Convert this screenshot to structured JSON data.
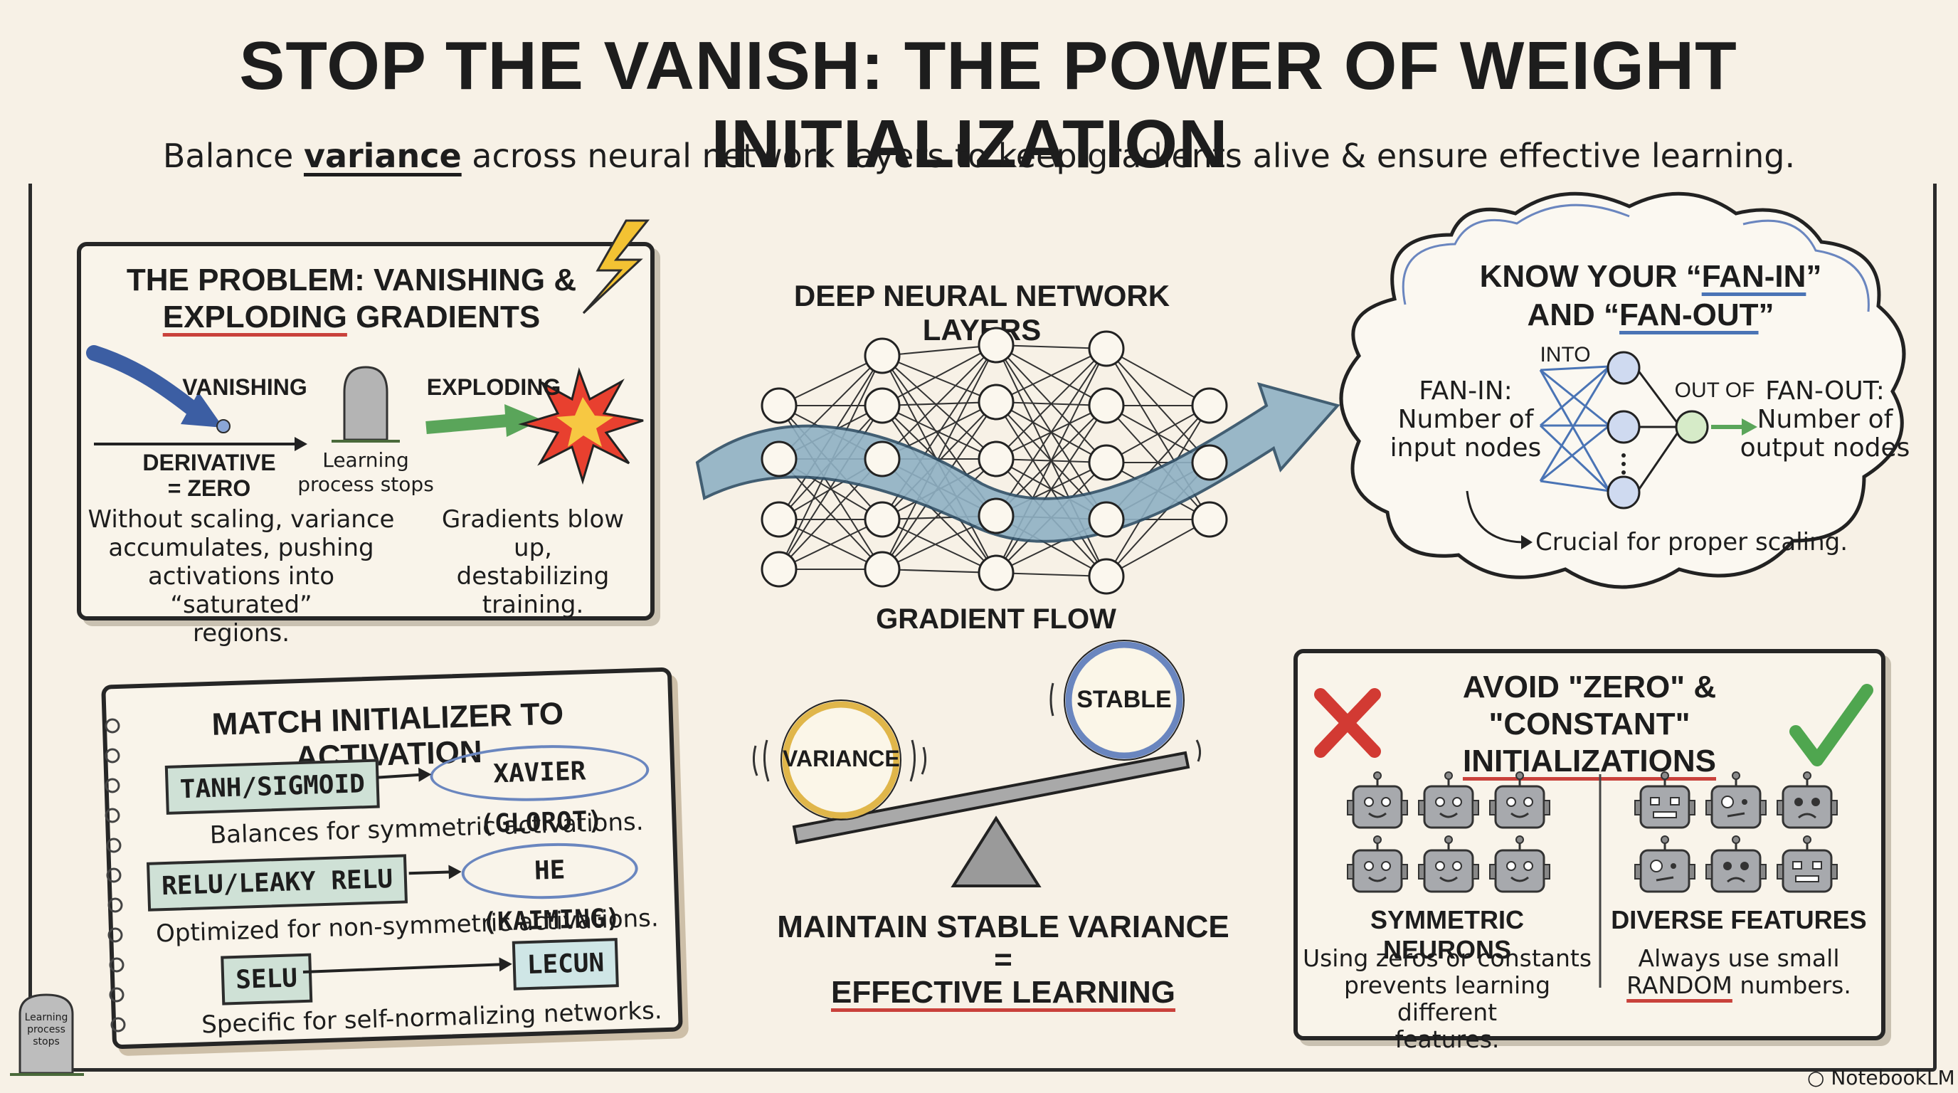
{
  "title": "STOP THE VANISH: THE POWER OF WEIGHT INITIALIZATION",
  "subtitle": {
    "before": "Balance ",
    "highlight": "variance",
    "after": " across neural network layers to keep gradients alive & ensure effective learning."
  },
  "problem": {
    "heading_line1": "THE PROBLEM: VANISHING &",
    "heading_line2_ul": "EXPLODING",
    "heading_line2_rest": " GRADIENTS",
    "vanishing_label": "VANISHING",
    "exploding_label": "EXPLODING",
    "derivative_line1": "DERIVATIVE",
    "derivative_line2": "= ZERO",
    "tomb_line1": "Learning",
    "tomb_line2": "process stops",
    "left_text_1": "Without scaling, variance",
    "left_text_2": "accumulates, pushing",
    "left_text_3": "activations into “saturated”",
    "left_text_4": "regions.",
    "right_text_1": "Gradients blow up,",
    "right_text_2": "destabilizing",
    "right_text_3": "training."
  },
  "network": {
    "heading": "DEEP NEURAL NETWORK LAYERS",
    "flow_label": "GRADIENT FLOW"
  },
  "fan": {
    "heading_line1_pre": "KNOW YOUR “",
    "heading_line1_ul": "FAN-IN",
    "heading_line1_post": "”",
    "heading_line2_pre": "AND “",
    "heading_line2_ul": "FAN-OUT",
    "heading_line2_post": "”",
    "into_label": "INTO",
    "out_of_label": "OUT OF",
    "fan_in_title": "FAN-IN:",
    "fan_in_1": "Number of",
    "fan_in_2": "input nodes",
    "fan_out_title": "FAN-OUT:",
    "fan_out_1": "Number of",
    "fan_out_2": "output nodes",
    "crucial": "Crucial for proper scaling."
  },
  "match": {
    "heading": "MATCH INITIALIZER TO ACTIVATION",
    "rows": [
      {
        "activation": "TANH/SIGMOID",
        "initializer": "XAVIER (GLOROT)",
        "desc": "Balances for symmetric activations."
      },
      {
        "activation": "RELU/LEAKY RELU",
        "initializer": "HE (KAIMING)",
        "desc": "Optimized for non-symmetric activations."
      },
      {
        "activation": "SELU",
        "initializer": "LECUN",
        "desc": "Specific for self-normalizing networks."
      }
    ],
    "tomb_line1": "Learning",
    "tomb_line2": "process",
    "tomb_line3": "stops"
  },
  "balance": {
    "left_ball": "VARIANCE",
    "right_ball": "STABLE",
    "line1": "MAINTAIN STABLE VARIANCE",
    "line2": "=",
    "line3": "EFFECTIVE LEARNING"
  },
  "avoid": {
    "heading_line1": "AVOID \"ZERO\" & \"CONSTANT\"",
    "heading_line2": "INITIALIZATIONS",
    "left_title": "SYMMETRIC NEURONS",
    "left_1": "Using zeros or constants",
    "left_2": "prevents learning different",
    "left_3": "features.",
    "right_title": "DIVERSE FEATURES",
    "right_1": "Always use small",
    "right_2_ul": "RANDOM",
    "right_2_rest": " numbers."
  },
  "brand": "NotebookLM",
  "colors": {
    "background": "#f7f1e6",
    "accent_red": "#c9413b",
    "accent_blue": "#4a74b5",
    "accent_green": "#5aa55a",
    "tag_fill": "#cfe1d6"
  }
}
